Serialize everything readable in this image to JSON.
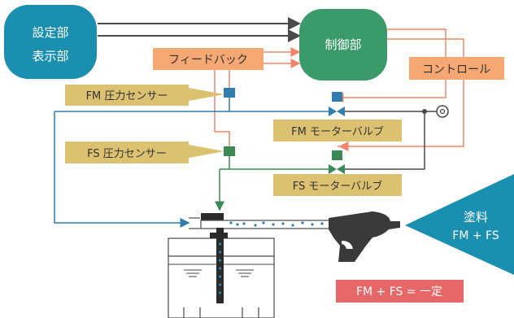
{
  "nodes": {
    "settings_display": {
      "line1": "設定部",
      "line2": "表示部",
      "color": "#1b8fb0"
    },
    "controller": {
      "label": "制御部",
      "color": "#3a9a6a"
    },
    "nozzle_output": {
      "line1": "塗料",
      "line2": "FM + FS",
      "color": "#1b8fb0"
    }
  },
  "labels": {
    "feedback": "フィードバック",
    "control": "コントロール",
    "fm_pressure_sensor": "FM 圧力センサー",
    "fs_pressure_sensor": "FS 圧力センサー",
    "fm_motor_valve": "FM モーターバルブ",
    "fs_motor_valve": "FS モーターバルブ",
    "constant": "FM + FS = 一定"
  },
  "colors": {
    "orange_line": "#f0856a",
    "orange_box": "#f6a873",
    "tan_box": "#dcc171",
    "fm_blue": "#2f7fae",
    "fs_green": "#3b8a55",
    "gray_line": "#4a4a4a",
    "red_box": "#e56767"
  }
}
